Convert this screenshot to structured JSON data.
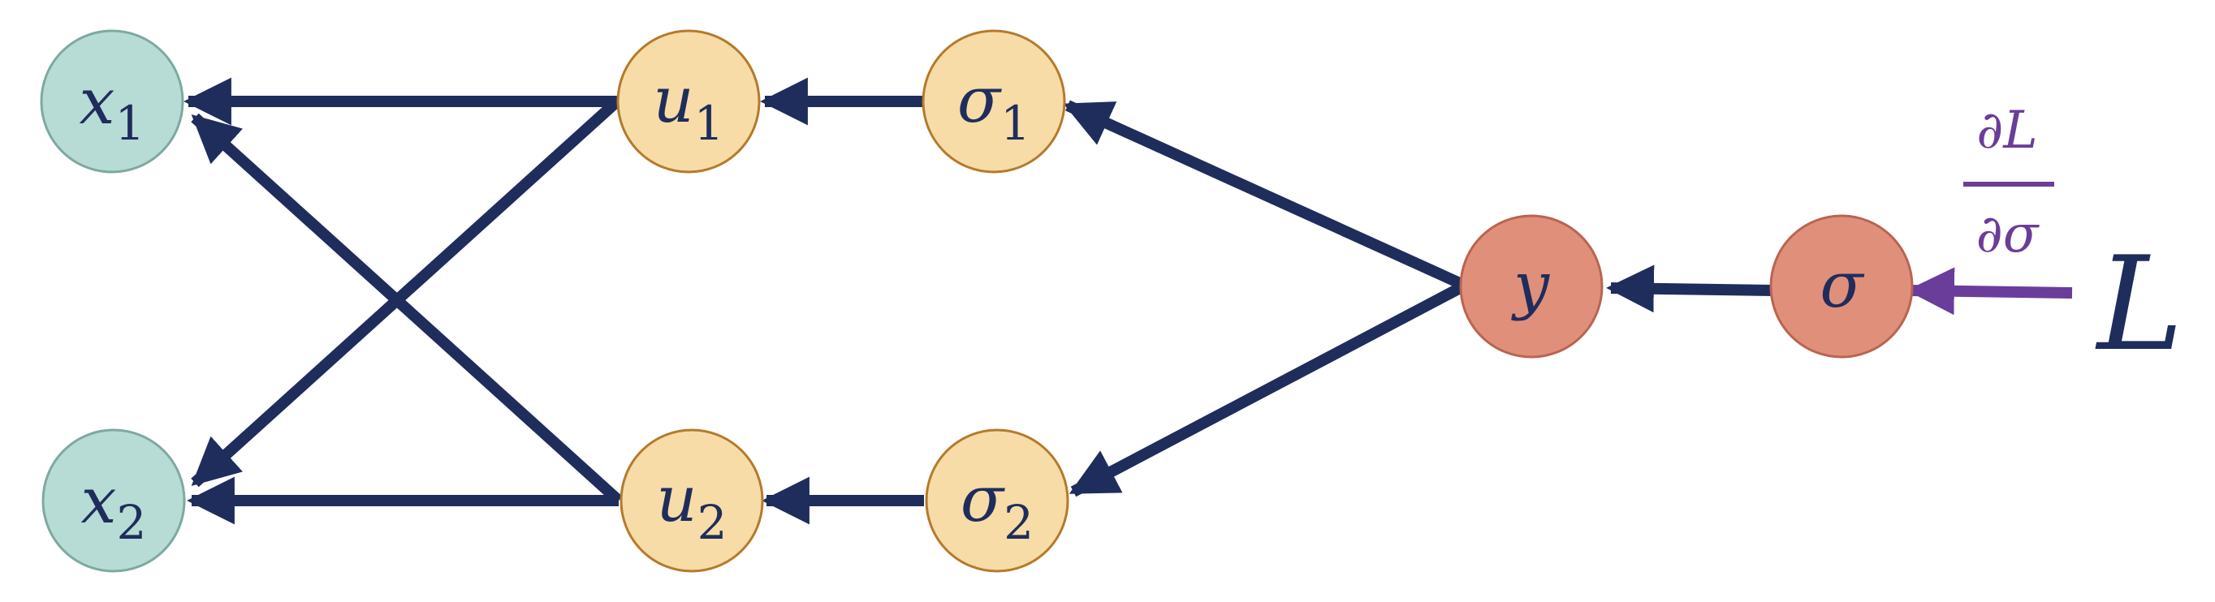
{
  "colors": {
    "edge": "#1f2d5c",
    "grad": "#6a3d9a",
    "input_fill": "#b6dcd5",
    "input_stroke": "#7fa8a1",
    "hidden_fill": "#f7dca8",
    "hidden_stroke": "#b57a2a",
    "output_fill": "#e0907a",
    "output_stroke": "#b96452"
  },
  "nodes": {
    "x1": {
      "base": "x",
      "sub": "1"
    },
    "x2": {
      "base": "x",
      "sub": "2"
    },
    "u1": {
      "base": "u",
      "sub": "1"
    },
    "u2": {
      "base": "u",
      "sub": "2"
    },
    "s1": {
      "base": "σ",
      "sub": "1"
    },
    "s2": {
      "base": "σ",
      "sub": "2"
    },
    "y": {
      "base": "y"
    },
    "sigma": {
      "base": "σ"
    }
  },
  "gradient": {
    "numerator": "∂L",
    "denominator": "∂σ"
  },
  "loss": {
    "label": "L"
  }
}
